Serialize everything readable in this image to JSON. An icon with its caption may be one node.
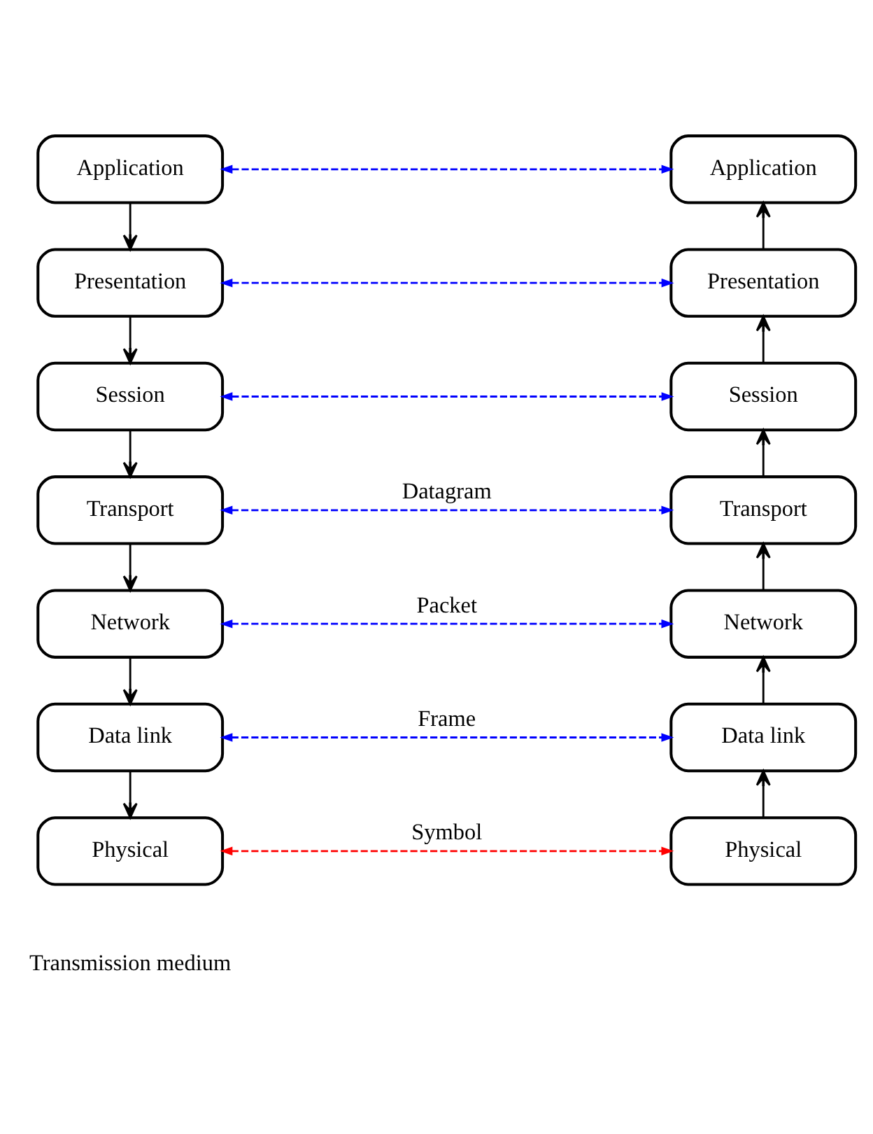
{
  "diagram": {
    "nodes": [
      {
        "text": [
          "Application"
        ]
      },
      {
        "text": [
          "Presentation"
        ]
      },
      {
        "text": [
          "Session"
        ]
      },
      {
        "text": [
          "Transport"
        ]
      },
      {
        "text": [
          "Network"
        ]
      },
      {
        "text": [
          "Data link"
        ]
      },
      {
        "text": [
          "Physical"
        ]
      },
      {
        "text": [
          "Application"
        ]
      },
      {
        "text": [
          "Presentation"
        ]
      },
      {
        "text": [
          "Session"
        ]
      },
      {
        "text": [
          "Transport"
        ]
      },
      {
        "text": [
          "Network"
        ]
      },
      {
        "text": [
          "Data link"
        ]
      },
      {
        "text": [
          "Physical"
        ]
      }
    ],
    "edges": [
      {
        "from": 0,
        "to": 1,
        "arrow": "to"
      },
      {
        "from": 1,
        "to": 2,
        "arrow": "to"
      },
      {
        "from": 2,
        "to": 3,
        "arrow": "to"
      },
      {
        "from": 3,
        "to": 4,
        "arrow": "to"
      },
      {
        "from": 4,
        "to": 5,
        "arrow": "to"
      },
      {
        "from": 5,
        "to": 6,
        "arrow": "to"
      },
      {
        "from": 13,
        "to": 12,
        "arrow": "to"
      },
      {
        "from": 12,
        "to": 11,
        "arrow": "to"
      },
      {
        "from": 11,
        "to": 10,
        "arrow": "to"
      },
      {
        "from": 10,
        "to": 9,
        "arrow": "to"
      },
      {
        "from": 9,
        "to": 8,
        "arrow": "to"
      },
      {
        "from": 8,
        "to": 7,
        "arrow": "to"
      },
      {
        "from": 0,
        "to": 7,
        "arrow": "both",
        "style": "dashed",
        "color": "#0000ff"
      },
      {
        "from": 1,
        "to": 8,
        "arrow": "both",
        "style": "dashed",
        "color": "#0000ff"
      },
      {
        "from": 2,
        "to": 9,
        "arrow": "both",
        "style": "dashed",
        "color": "#0000ff"
      },
      {
        "from": 3,
        "to": 10,
        "arrow": "both",
        "style": "dashed",
        "color": "#0000ff",
        "label": "Datagram"
      },
      {
        "from": 4,
        "to": 11,
        "arrow": "both",
        "style": "dashed",
        "color": "#0000ff",
        "label": "Packet"
      },
      {
        "from": 5,
        "to": 12,
        "arrow": "both",
        "style": "dashed",
        "color": "#0000ff",
        "label": "Frame"
      },
      {
        "from": 6,
        "to": 13,
        "arrow": "both",
        "style": "dashed",
        "color": "#ff0000",
        "label": "Symbol"
      }
    ],
    "labels": [
      "Transmission medium"
    ]
  }
}
